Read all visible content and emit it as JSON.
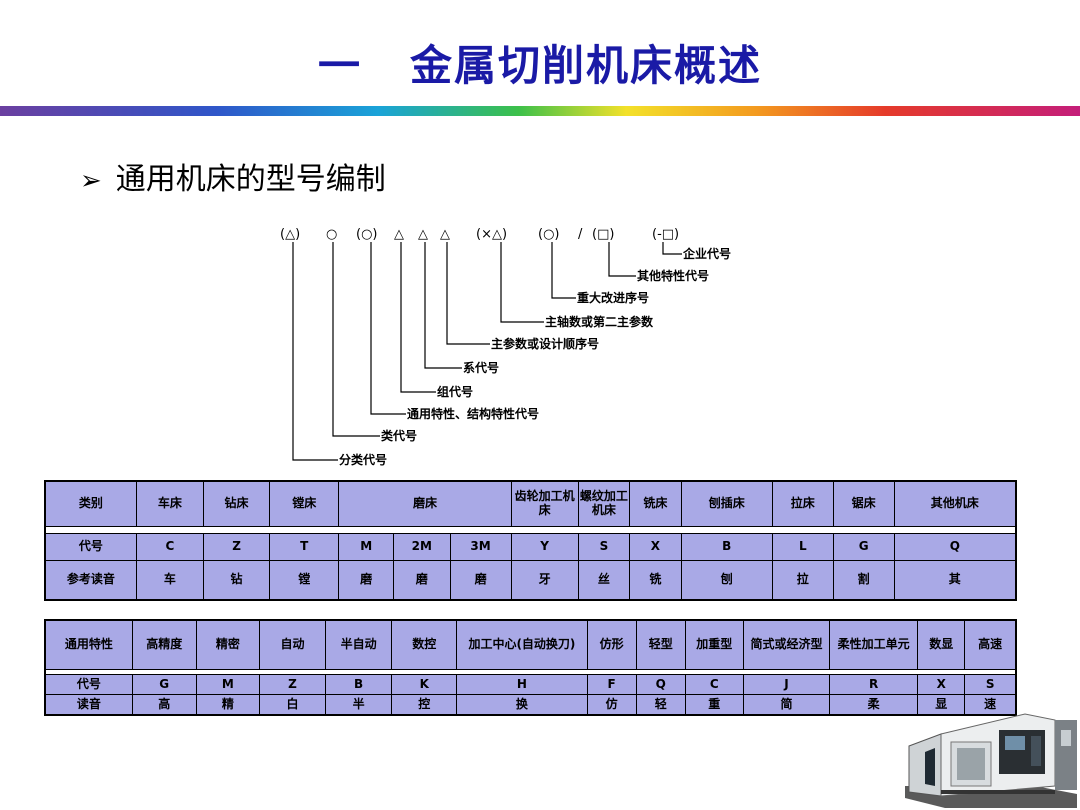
{
  "title": {
    "dash": "一",
    "text": "金属切削机床概述"
  },
  "subtitle": {
    "bullet": "➢",
    "text": "通用机床的型号编制"
  },
  "diagram": {
    "symbols": [
      "(△)",
      "○",
      "(○)",
      "△",
      "△",
      "△",
      "(×△)",
      "(○)",
      "/",
      "(□)",
      "(-□)"
    ],
    "labels": [
      "企业代号",
      "其他特性代号",
      "重大改进序号",
      "主轴数或第二主参数",
      "主参数或设计顺序号",
      "系代号",
      "组代号",
      "通用特性、结构特性代号",
      "类代号",
      "分类代号"
    ]
  },
  "table1": {
    "headers": [
      "类别",
      "车床",
      "钻床",
      "镗床",
      "磨床",
      "齿轮加工机床",
      "螺纹加工机床",
      "铣床",
      "刨插床",
      "拉床",
      "锯床",
      "其他机床"
    ],
    "code_label": "代号",
    "codes": [
      "C",
      "Z",
      "T",
      "M",
      "2M",
      "3M",
      "Y",
      "S",
      "X",
      "B",
      "L",
      "G",
      "Q"
    ],
    "reading_label": "参考读音",
    "readings": [
      "车",
      "钻",
      "镗",
      "磨",
      "磨",
      "磨",
      "牙",
      "丝",
      "铣",
      "刨",
      "拉",
      "割",
      "其"
    ]
  },
  "table2": {
    "headers": [
      "通用特性",
      "高精度",
      "精密",
      "自动",
      "半自动",
      "数控",
      "加工中心(自动换刀)",
      "仿形",
      "轻型",
      "加重型",
      "简式或经济型",
      "柔性加工单元",
      "数显",
      "高速"
    ],
    "code_label": "代号",
    "codes": [
      "G",
      "M",
      "Z",
      "B",
      "K",
      "H",
      "F",
      "Q",
      "C",
      "J",
      "R",
      "X",
      "S"
    ],
    "reading_label": "读音",
    "readings": [
      "高",
      "精",
      "白",
      "半",
      "控",
      "换",
      "仿",
      "轻",
      "重",
      "简",
      "柔",
      "显",
      "速"
    ]
  },
  "image_icon": "cnc-machine-icon"
}
